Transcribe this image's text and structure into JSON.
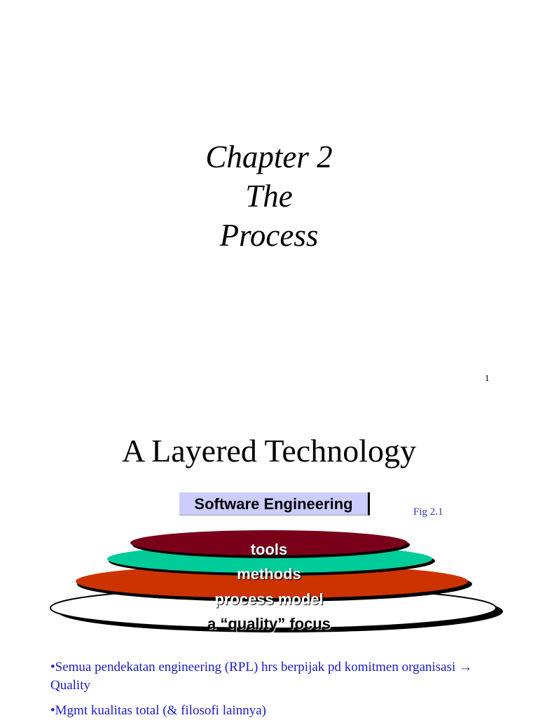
{
  "slide1": {
    "title_lines": [
      "Chapter 2",
      "The",
      "Process"
    ],
    "page_number": "1"
  },
  "slide2": {
    "title": "A Layered Technology",
    "box_label": "Software Engineering",
    "fig_label": "Fig 2.1",
    "layers": [
      {
        "label": "tools",
        "color": "#7a0019"
      },
      {
        "label": "methods",
        "color": "#00cc99"
      },
      {
        "label": "process model",
        "color": "#cc3300"
      },
      {
        "label": "a “quality” focus",
        "color": "#ffffff"
      }
    ],
    "bullets": [
      "•Semua pendekatan engineering (RPL) hrs berpijak pd komitmen organisasi → Quality",
      "•Mgmt kualitas total (& filosofi lainnya)"
    ]
  }
}
